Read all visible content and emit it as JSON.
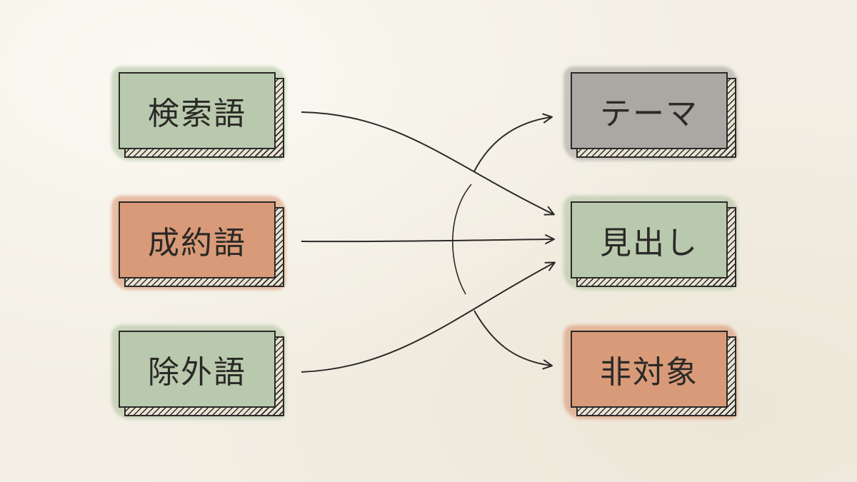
{
  "sources": [
    {
      "id": "search",
      "label": "検索語",
      "color": "green"
    },
    {
      "id": "conversion",
      "label": "成約語",
      "color": "orange"
    },
    {
      "id": "exclude",
      "label": "除外語",
      "color": "green"
    }
  ],
  "targets": [
    {
      "id": "theme",
      "label": "テーマ",
      "color": "gray"
    },
    {
      "id": "heading",
      "label": "見出し",
      "color": "green"
    },
    {
      "id": "nontarget",
      "label": "非対象",
      "color": "orange"
    }
  ],
  "colors": {
    "green": "#b9c9ae",
    "orange": "#d89a78",
    "gray": "#a9a8a3",
    "ink": "#2b2a28",
    "paper": "#f3efe4"
  },
  "connections": [
    {
      "from": "search",
      "to": "heading"
    },
    {
      "from": "conversion",
      "to": "heading"
    },
    {
      "from": "exclude",
      "to": "heading"
    },
    {
      "from": "hub",
      "to": "theme"
    },
    {
      "from": "hub",
      "to": "nontarget"
    }
  ]
}
